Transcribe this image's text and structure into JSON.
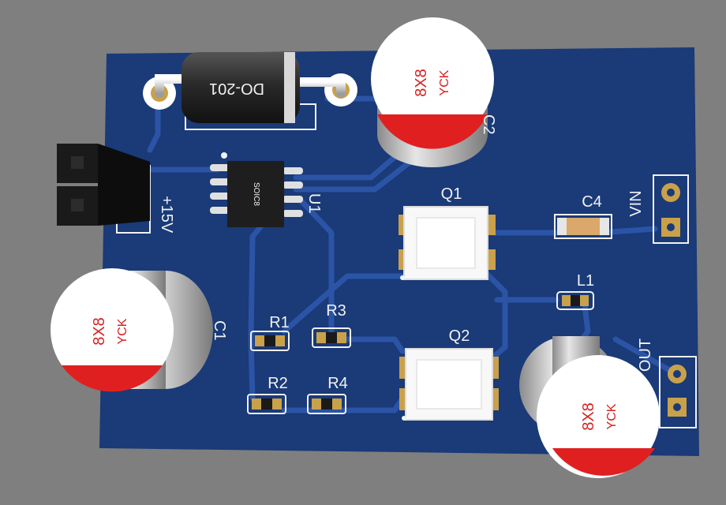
{
  "board": {
    "designators": {
      "d1": "DO-201",
      "u1": "U1",
      "u1_package": "SOIC8",
      "q1": "Q1",
      "q2": "Q2",
      "r1": "R1",
      "r2": "R2",
      "r3": "R3",
      "r4": "R4",
      "c1": "C1",
      "c2": "C2",
      "c4": "C4",
      "l1": "L1"
    },
    "connector_labels": {
      "power": "+15V",
      "vin": "VIN",
      "out": "OUT"
    },
    "capacitor_marking": {
      "size": "8X8",
      "brand": "YCK"
    },
    "colors": {
      "background": "#7f7f7f",
      "pcb": "#1a3a78",
      "copper_trace": "#2b54a6",
      "silkscreen": "#f2f2f2",
      "pad_gold": "#c9a14a",
      "cap_stripe": "#e02020"
    }
  }
}
